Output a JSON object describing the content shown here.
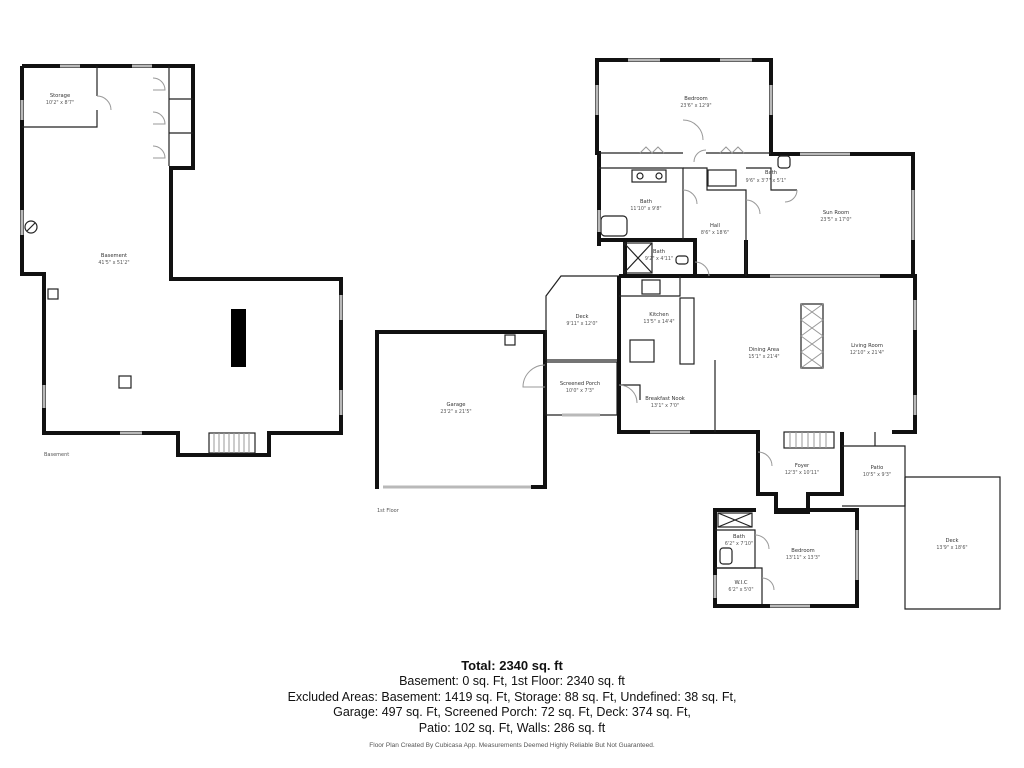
{
  "rooms": [
    {
      "name": "Storage",
      "dim": "10'2\" x 8'7\""
    },
    {
      "name": "Basement",
      "dim": "41'5\" x 51'2\""
    },
    {
      "name": "Garage",
      "dim": "23'2\" x 21'5\""
    },
    {
      "name": "Deck",
      "dim": "9'11\" x 12'0\""
    },
    {
      "name": "Screened Porch",
      "dim": "10'0\" x 7'3\""
    },
    {
      "name": "Kitchen",
      "dim": "13'5\" x 14'4\""
    },
    {
      "name": "Breakfast Nook",
      "dim": "13'1\" x 7'0\""
    },
    {
      "name": "Bedroom",
      "dim": "23'6\" x 12'9\""
    },
    {
      "name": "Bath",
      "dim": "11'10\" x 9'8\""
    },
    {
      "name": "Bath",
      "dim": "9'2\" x 4'11\""
    },
    {
      "name": "Hall",
      "dim": "8'6\" x 18'6\""
    },
    {
      "name": "Bath",
      "dim": "9'6\" x 3'7\" x 5'1\""
    },
    {
      "name": "Sun Room",
      "dim": "23'5\" x 17'0\""
    },
    {
      "name": "Dining Area",
      "dim": "15'1\" x 21'4\""
    },
    {
      "name": "Living Room",
      "dim": "12'10\" x 21'4\""
    },
    {
      "name": "Foyer",
      "dim": "12'3\" x 10'11\""
    },
    {
      "name": "Patio",
      "dim": "10'5\" x 9'3\""
    },
    {
      "name": "Bath",
      "dim": "6'2\" x 7'10\""
    },
    {
      "name": "Bedroom",
      "dim": "13'11\" x 13'3\""
    },
    {
      "name": "W.I.C",
      "dim": "6'2\" x 5'0\""
    },
    {
      "name": "Deck",
      "dim": "13'9\" x 18'6\""
    }
  ],
  "floor_labels": {
    "basement": "Basement",
    "first": "1st Floor"
  },
  "summary": {
    "total": "Total: 2340 sq. ft",
    "lines": [
      "Basement: 0 sq. Ft, 1st Floor: 2340 sq. ft",
      "Excluded Areas: Basement: 1419 sq. Ft, Storage: 88 sq. Ft, Undefined: 38 sq. Ft,",
      "Garage: 497 sq. Ft, Screened Porch: 72 sq. Ft, Deck: 374 sq. Ft,",
      "Patio: 102 sq. Ft, Walls: 286 sq. ft"
    ],
    "disclaimer": "Floor Plan Created By Cubicasa App. Measurements Deemed Highly Reliable But Not Guaranteed."
  }
}
